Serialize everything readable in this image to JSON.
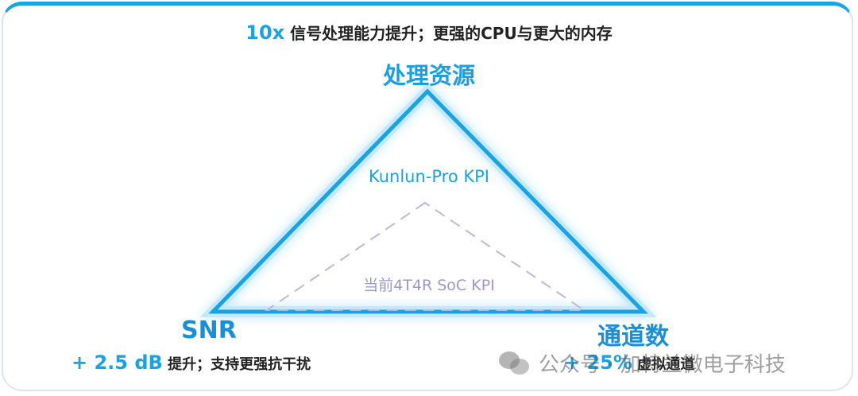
{
  "headline": {
    "highlight": "10x",
    "text": " 信号处理能力提升；更强的CPU与更大的内存"
  },
  "vertices": {
    "top": {
      "label": "处理资源"
    },
    "left": {
      "label": "SNR",
      "highlight": "+ 2.5 dB",
      "desc": " 提升；支持更强抗干扰"
    },
    "right": {
      "label": "通道数",
      "highlight": "+ 25%",
      "desc": " 虚拟通道"
    }
  },
  "kpi": {
    "outer_label": "Kunlun-Pro KPI",
    "inner_label": "当前4T4R SoC KPI"
  },
  "watermark": {
    "icon": "wechat-icon",
    "text": "公众号 · 加特兰微电子科技"
  },
  "colors": {
    "accent": "#1aa3e3",
    "outer_triangle": "#1aa3e3",
    "inner_triangle": "#bdb8dc",
    "frame_top": "#16a6e6"
  }
}
